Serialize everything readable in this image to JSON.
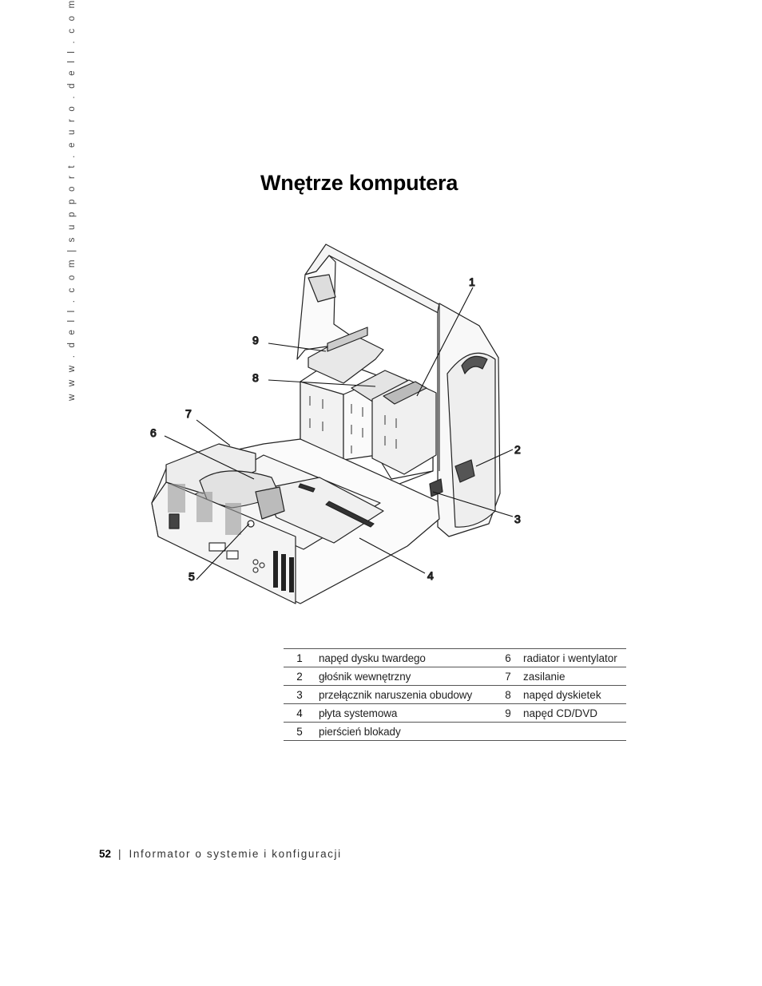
{
  "side_text": "w w w . d e l l . c o m  |  s u p p o r t . e u r o . d e l l . c o m",
  "title": "Wnętrze komputera",
  "figure": {
    "callouts": [
      "1",
      "2",
      "3",
      "4",
      "5",
      "6",
      "7",
      "8",
      "9"
    ]
  },
  "legend": [
    {
      "num": "1",
      "label": "napęd dysku twardego",
      "num2": "6",
      "label2": "radiator i wentylator"
    },
    {
      "num": "2",
      "label": "głośnik wewnętrzny",
      "num2": "7",
      "label2": "zasilanie"
    },
    {
      "num": "3",
      "label": "przełącznik naruszenia obudowy",
      "num2": "8",
      "label2": "napęd dyskietek"
    },
    {
      "num": "4",
      "label": "płyta systemowa",
      "num2": "9",
      "label2": "napęd CD/DVD"
    },
    {
      "num": "5",
      "label": "pierścień blokady",
      "num2": "",
      "label2": ""
    }
  ],
  "footer": {
    "page_number": "52",
    "separator": "|",
    "text": "Informator o systemie i konfiguracji"
  }
}
